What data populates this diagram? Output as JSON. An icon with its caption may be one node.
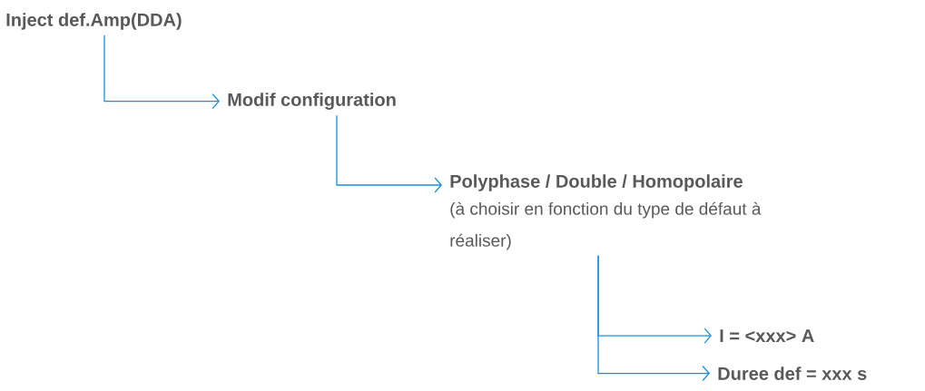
{
  "diagram": {
    "nodes": [
      {
        "text": [
          "Inject def.Amp(DDA)"
        ]
      },
      {
        "text": [
          "Modif configuration"
        ]
      },
      {
        "text": [
          "Polyphase / Double / Homopolaire"
        ],
        "beside": [
          "(à choisir en fonction du type de défaut à réaliser)"
        ]
      },
      {
        "text": [
          "I = <xxx> A"
        ]
      },
      {
        "text": [
          "Duree def = xxx s"
        ]
      }
    ],
    "edges": [
      {
        "from": 0,
        "to": 1,
        "arrow": "to"
      },
      {
        "from": 1,
        "to": 2,
        "arrow": "to"
      },
      {
        "from": 2,
        "to": 3,
        "arrow": "to"
      },
      {
        "from": 2,
        "to": 4,
        "arrow": "to"
      }
    ]
  }
}
